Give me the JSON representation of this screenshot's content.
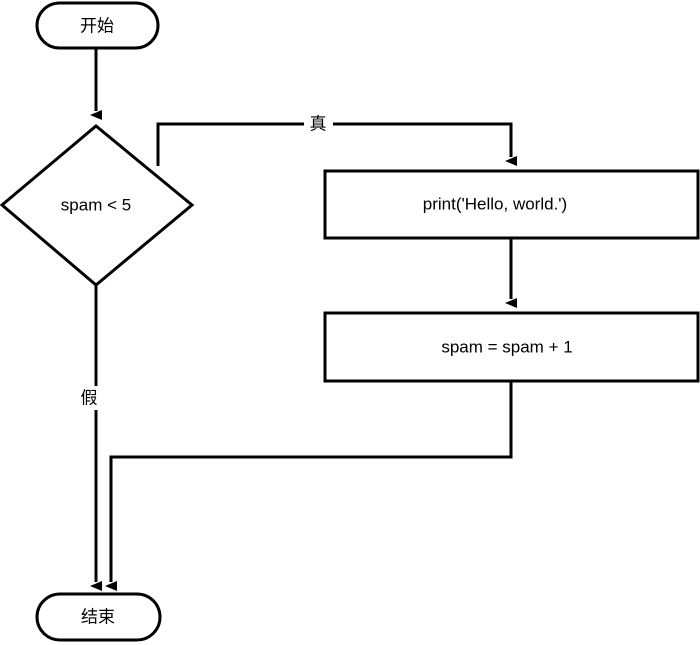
{
  "diagram": {
    "title": "spam < 5 while loop flowchart",
    "type": "flowchart",
    "colors": {
      "stroke": "#000000",
      "fill": "#ffffff",
      "text": "#000000"
    },
    "nodes": [
      {
        "id": "start",
        "shape": "stadium",
        "label": "开始"
      },
      {
        "id": "condition",
        "shape": "diamond",
        "label": "spam < 5"
      },
      {
        "id": "print",
        "shape": "rectangle",
        "label": "print('Hello, world.')"
      },
      {
        "id": "increment",
        "shape": "rectangle",
        "label": "spam = spam + 1"
      },
      {
        "id": "end",
        "shape": "stadium",
        "label": "结束"
      }
    ],
    "edges": [
      {
        "id": "start-to-condition",
        "from": "start",
        "to": "condition",
        "label": ""
      },
      {
        "id": "condition-true-to-print",
        "from": "condition",
        "to": "print",
        "label": "真"
      },
      {
        "id": "print-to-increment",
        "from": "print",
        "to": "increment",
        "label": ""
      },
      {
        "id": "increment-loop-back",
        "from": "increment",
        "to": "end",
        "label": ""
      },
      {
        "id": "condition-false-to-end",
        "from": "condition",
        "to": "end",
        "label": "假"
      }
    ]
  }
}
